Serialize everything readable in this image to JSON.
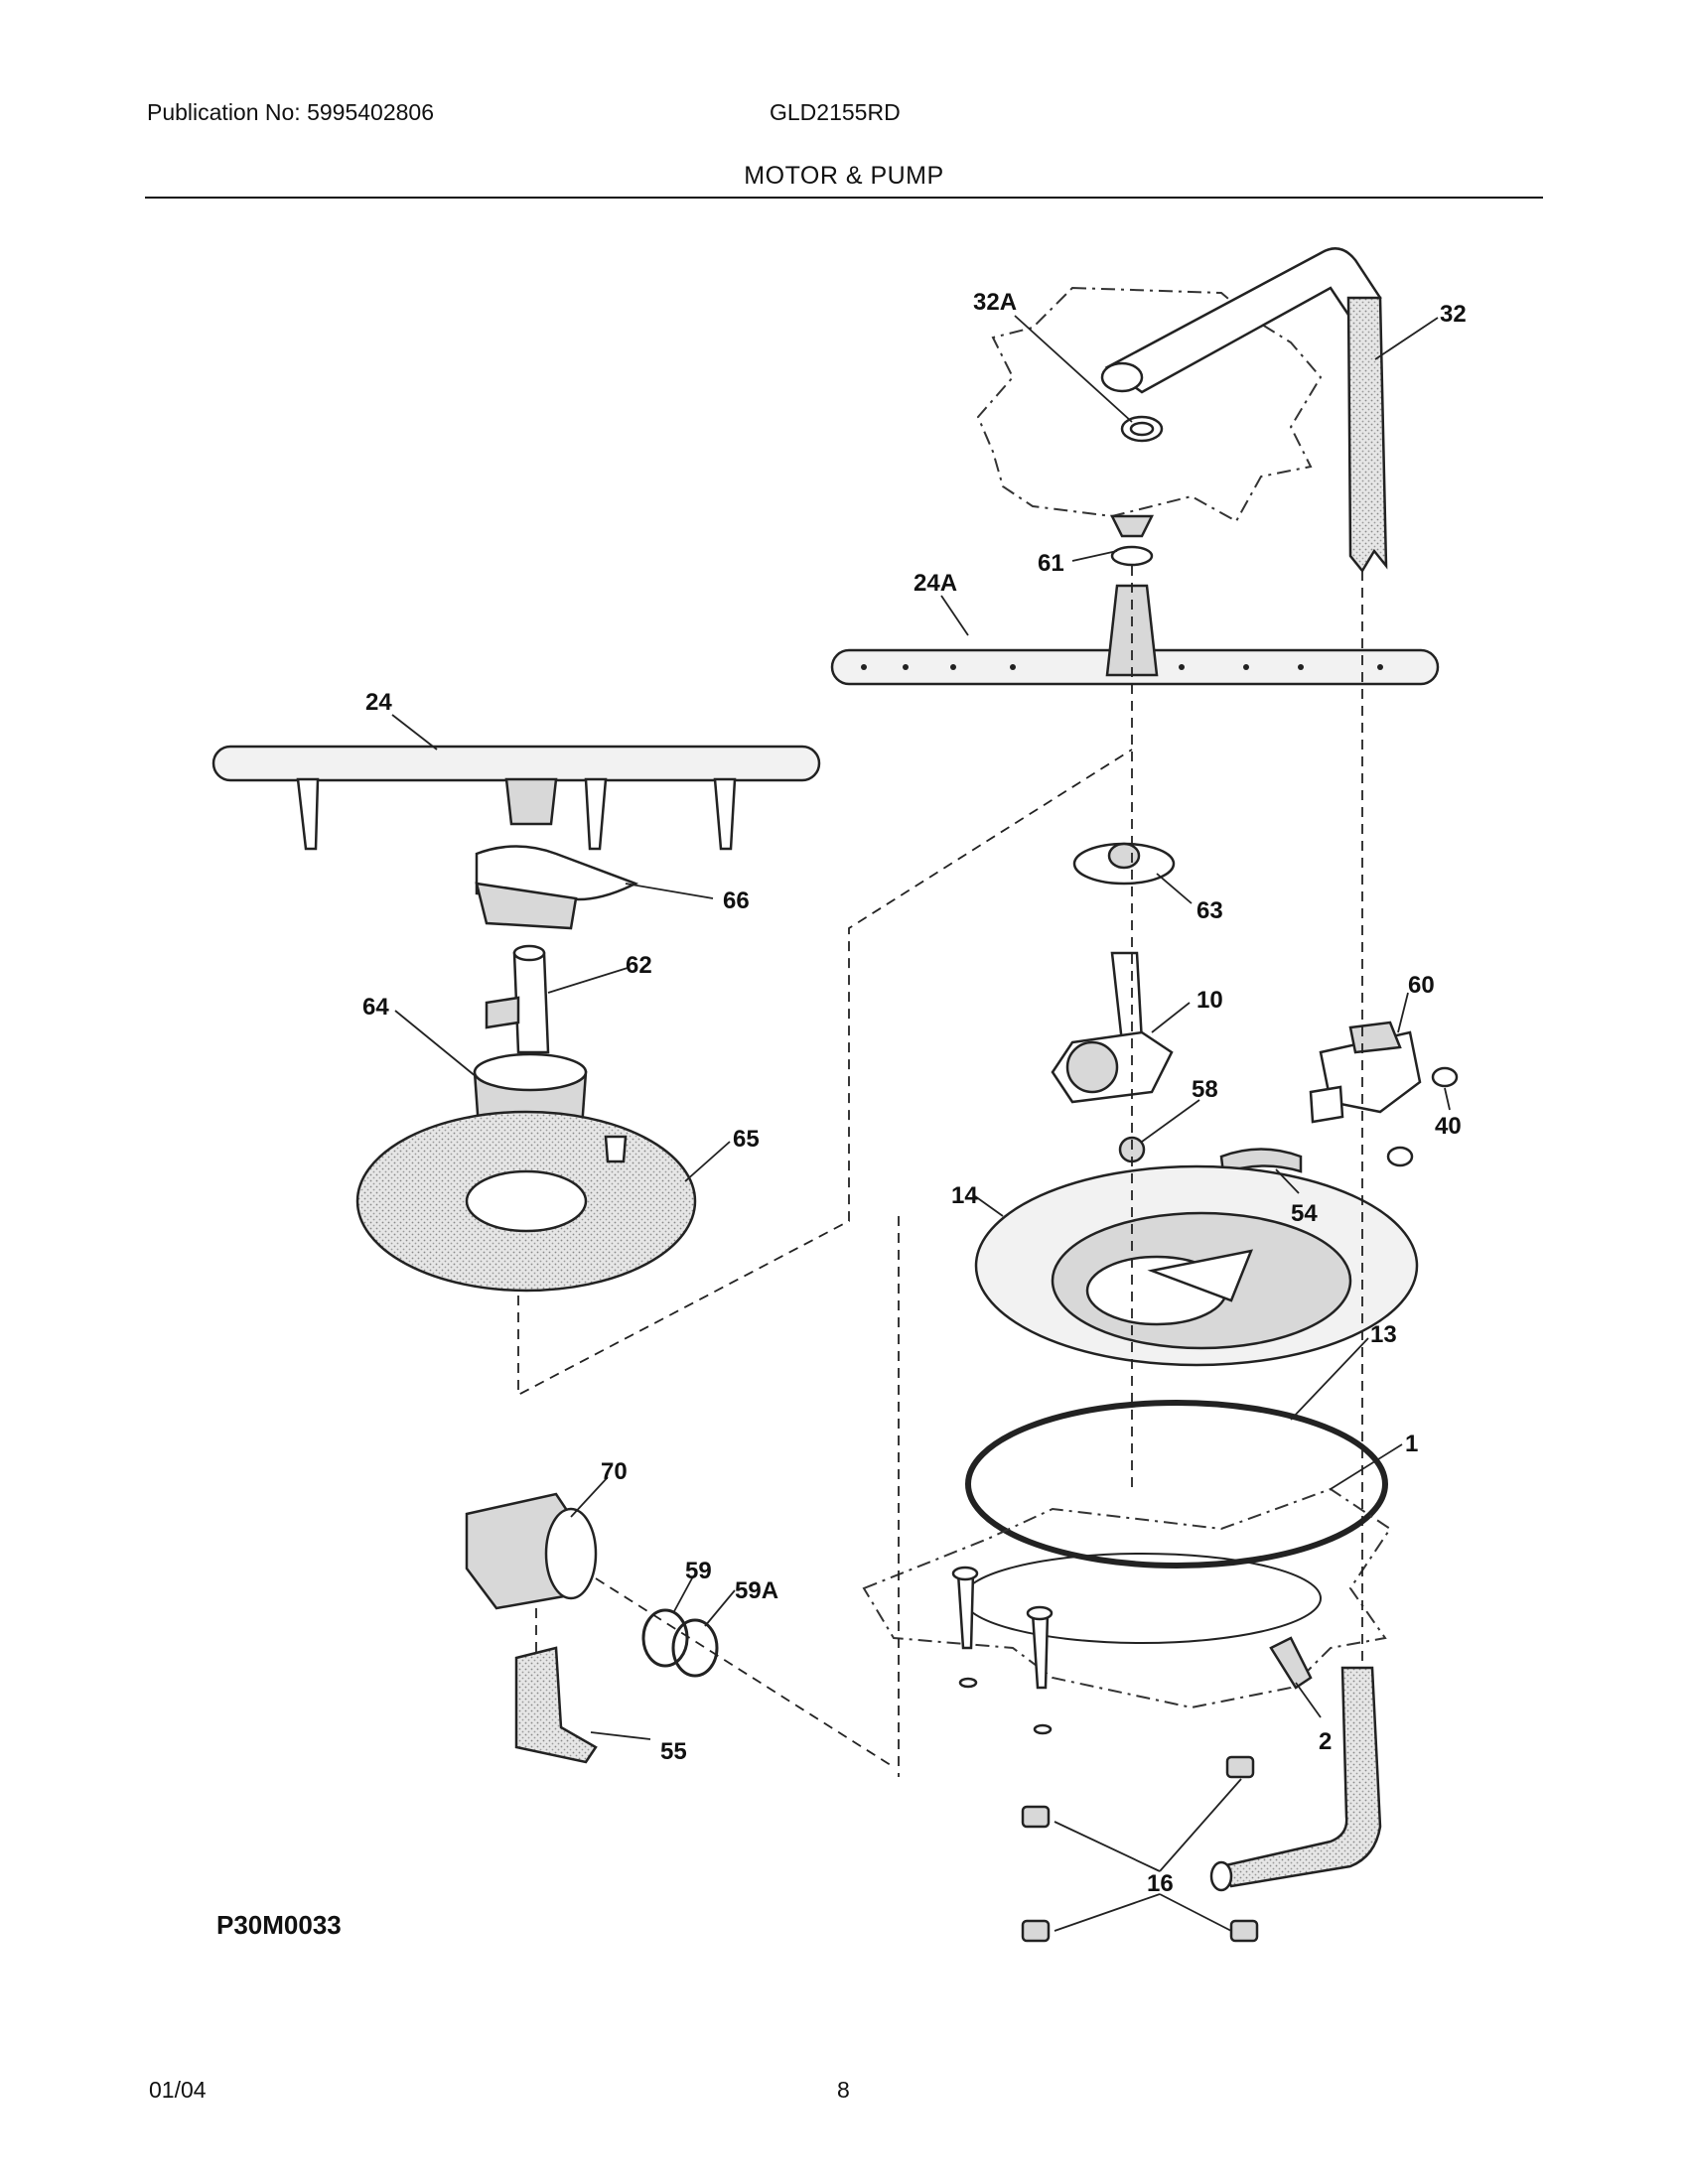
{
  "header": {
    "publication": "Publication No: 5995402806",
    "model": "GLD2155RD",
    "section_title": "MOTOR & PUMP"
  },
  "diagram": {
    "drawing_code": "P30M0033",
    "callouts": {
      "c32A": "32A",
      "c32": "32",
      "c61": "61",
      "c24A": "24A",
      "c24": "24",
      "c66": "66",
      "c62": "62",
      "c64": "64",
      "c65": "65",
      "c63": "63",
      "c10": "10",
      "c60": "60",
      "c58": "58",
      "c40": "40",
      "c14": "14",
      "c54": "54",
      "c13": "13",
      "c1": "1",
      "c70": "70",
      "c59": "59",
      "c59A": "59A",
      "c55": "55",
      "c2": "2",
      "c16": "16"
    }
  },
  "footer": {
    "date": "01/04",
    "page": "8"
  }
}
